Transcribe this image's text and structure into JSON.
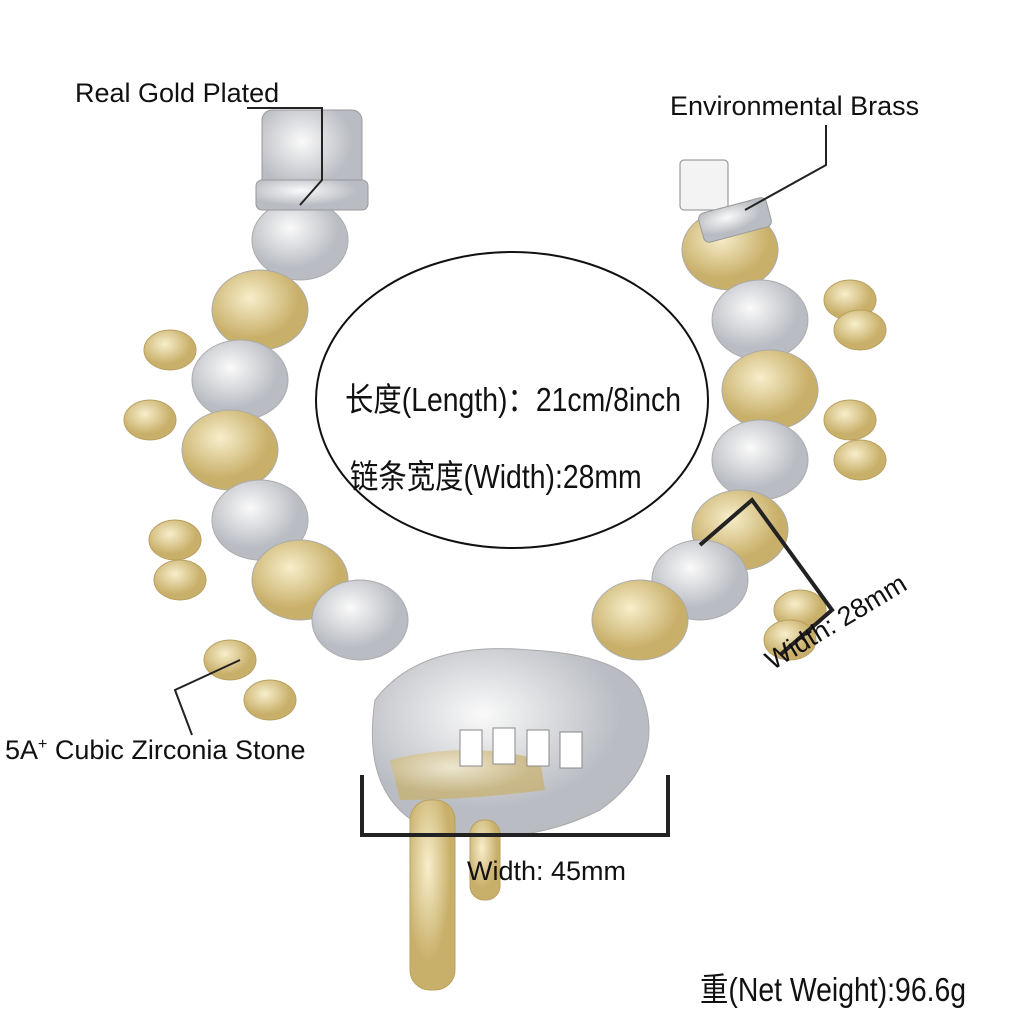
{
  "labels": {
    "plating": "Real Gold Plated",
    "material": "Environmental Brass",
    "stone_prefix": "5A",
    "stone_sup": "+",
    "stone_suffix": " Cubic Zirconia Stone",
    "link_width": "Width: 28mm",
    "pendant_width": "Width: 45mm",
    "net_weight": "重(Net Weight):96.6g"
  },
  "specs": {
    "length": "长度(Length)：21cm/8inch",
    "chain_width": "链条宽度(Width):28mm"
  },
  "colors": {
    "silver": "#e4e6ea",
    "gold": "#e2cf93",
    "line": "#222222"
  }
}
